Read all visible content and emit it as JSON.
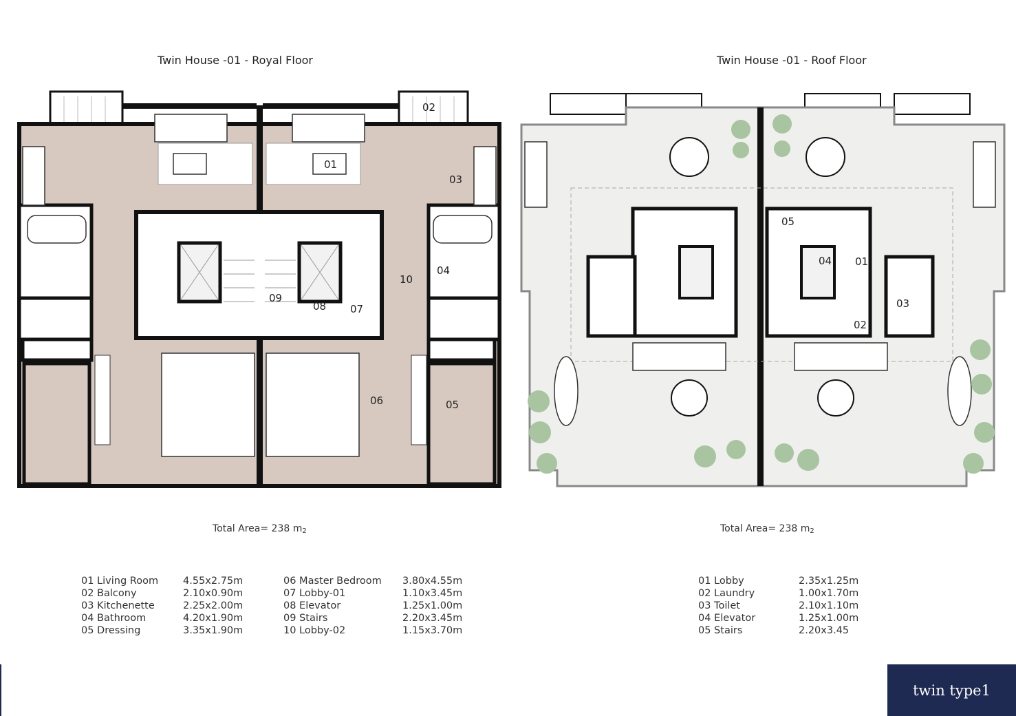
{
  "royal": {
    "title": "Twin House -01 - Royal Floor",
    "total_area_label": "Total Area= 238 m",
    "total_area_unit": "2",
    "room_labels": [
      "01",
      "02",
      "03",
      "04",
      "05",
      "06",
      "07",
      "08",
      "09",
      "10"
    ],
    "legend_left": [
      {
        "name": "01 Living Room",
        "dim": "4.55x2.75m"
      },
      {
        "name": "02 Balcony",
        "dim": "2.10x0.90m"
      },
      {
        "name": "03 Kitchenette",
        "dim": "2.25x2.00m"
      },
      {
        "name": "04 Bathroom",
        "dim": "4.20x1.90m"
      },
      {
        "name": "05 Dressing",
        "dim": "3.35x1.90m"
      }
    ],
    "legend_right": [
      {
        "name": "06 Master Bedroom",
        "dim": "3.80x4.55m"
      },
      {
        "name": "07 Lobby-01",
        "dim": "1.10x3.45m"
      },
      {
        "name": "08 Elevator",
        "dim": "1.25x1.00m"
      },
      {
        "name": "09 Stairs",
        "dim": "2.20x3.45m"
      },
      {
        "name": "10 Lobby-02",
        "dim": "1.15x3.70m"
      }
    ]
  },
  "roof": {
    "title": "Twin House -01 - Roof Floor",
    "total_area_label": "Total Area= 238 m",
    "total_area_unit": "2",
    "room_labels": [
      "01",
      "02",
      "03",
      "04",
      "05"
    ],
    "legend": [
      {
        "name": "01 Lobby",
        "dim": "2.35x1.25m"
      },
      {
        "name": "02 Laundry",
        "dim": "1.00x1.70m"
      },
      {
        "name": "03 Toilet",
        "dim": "2.10x1.10m"
      },
      {
        "name": "04 Elevator",
        "dim": "1.25x1.00m"
      },
      {
        "name": "05 Stairs",
        "dim": "2.20x3.45"
      }
    ]
  },
  "brand": {
    "label": "twin type1"
  },
  "colors": {
    "floor_wood": "#d8c9c0",
    "roof_floor": "#efefed",
    "wall": "#111111",
    "plant": "#a9c4a0",
    "brand_bg": "#1f2a52"
  }
}
